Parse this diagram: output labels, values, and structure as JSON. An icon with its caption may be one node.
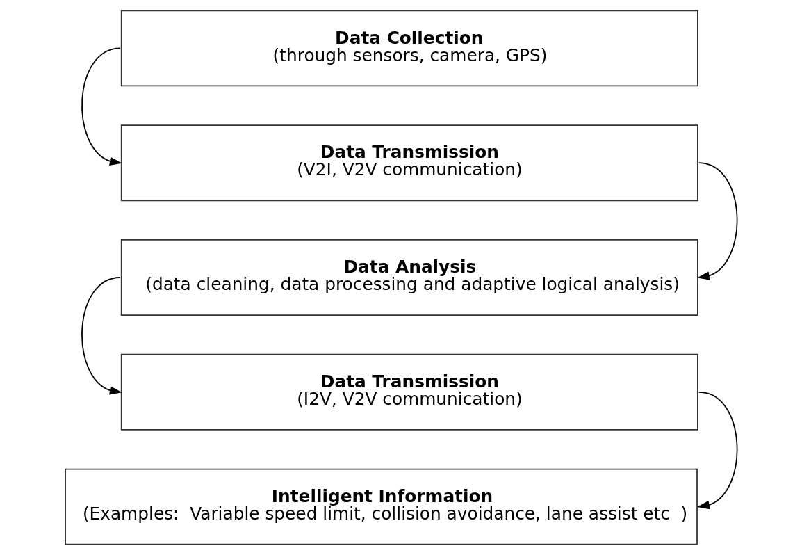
{
  "diagram": {
    "nodes": [
      {
        "text": [
          "Data Collection",
          "(through sensors, camera, GPS)"
        ]
      },
      {
        "text": [
          "Data Transmission",
          "(V2I, V2V communication)"
        ]
      },
      {
        "text": [
          "Data Analysis",
          "(data cleaning, data processing and adaptive logical analysis)"
        ]
      },
      {
        "text": [
          "Data Transmission",
          "(I2V, V2V communication)"
        ]
      },
      {
        "text": [
          "Intelligent Information",
          "(Examples:  Variable speed limit, collision avoidance, lane assist etc  )"
        ]
      }
    ],
    "edges": [
      {
        "from": 0,
        "to": 1,
        "arrow": "to"
      },
      {
        "from": 1,
        "to": 2,
        "arrow": "to"
      },
      {
        "from": 2,
        "to": 3,
        "arrow": "to"
      },
      {
        "from": 3,
        "to": 4,
        "arrow": "to"
      }
    ]
  }
}
